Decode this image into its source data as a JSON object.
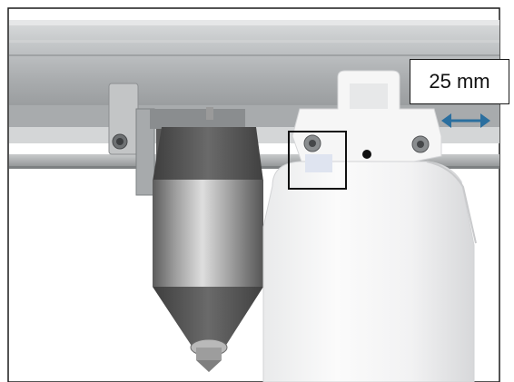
{
  "figure": {
    "annotation_label": "25 mm",
    "colors": {
      "frame": "#1a1a1a",
      "rail": "#b9bcbe",
      "arrow": "#2b6f9f",
      "highlight_box": "#111111",
      "white_body": "#f4f4f4",
      "steel": "#9a9a9a"
    },
    "icons": {
      "adjust_arrow": "double-headed-horizontal-arrow",
      "highlight": "square-highlight-box"
    }
  }
}
